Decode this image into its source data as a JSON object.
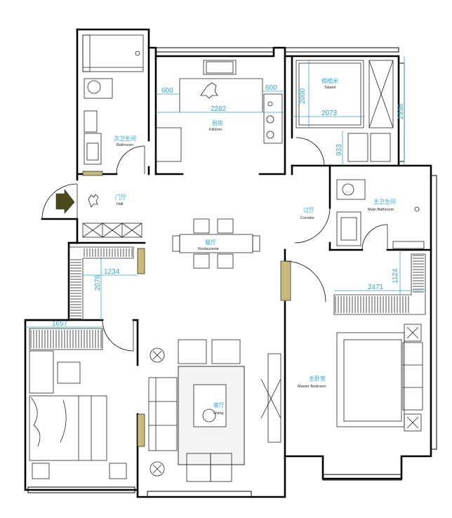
{
  "rooms": {
    "secondary_bathroom": {
      "cn": "次卫生间",
      "en": "Bathroom"
    },
    "kitchen": {
      "cn": "厨房",
      "en": "Kitchen"
    },
    "tatami": {
      "cn": "榻榻米",
      "en": "Tatami"
    },
    "hall": {
      "cn": "门厅",
      "en": "Hall"
    },
    "restaurant": {
      "cn": "餐厅",
      "en": "Restaurante"
    },
    "corridor": {
      "cn": "过厅",
      "en": "Corridor"
    },
    "main_bathroom": {
      "cn": "主卫生间",
      "en": "Main Bathroom"
    },
    "master_bedroom": {
      "cn": "主卧室",
      "en": "Master Bedroom"
    },
    "living_room": {
      "cn": "客厅",
      "en": "Living"
    }
  },
  "dimensions": {
    "kitchen_left": "600",
    "kitchen_right": "600",
    "kitchen_width": "2262",
    "tatami_height": "2000",
    "tatami_width": "2073",
    "tatami_total": "2936",
    "tatami_lower": "933",
    "closet_width": "1234",
    "closet_depth": "2076",
    "bedroom2_width": "1657",
    "master_closet_width": "2471",
    "master_closet_depth": "1124"
  },
  "colors": {
    "dimension": "#2aa9e0",
    "wall": "#000000",
    "hatch": "#c9b97a",
    "entry_arrow": "#4a4a1a"
  }
}
